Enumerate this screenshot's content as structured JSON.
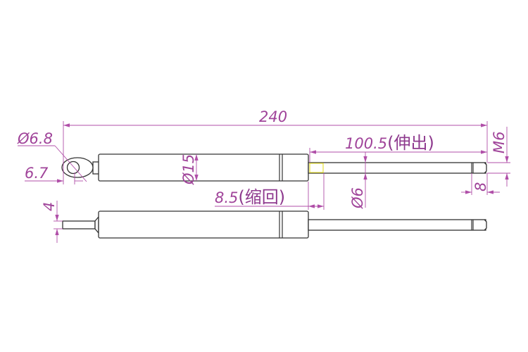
{
  "drawing": {
    "overall_length": "240",
    "eye_hole_dia": "Ø6.8",
    "eye_offset": "6.7",
    "stroke_extended": "100.5",
    "stroke_extended_note": "(伸出)",
    "stroke_retracted": "8.5",
    "stroke_retracted_note": "(缩回)",
    "body_dia": "Ø15",
    "rod_dia": "Ø6",
    "thread": "M6",
    "thread_length": "8",
    "end_rod_dia": "4"
  },
  "colors": {
    "dimension": "#b04fa8",
    "outline": "#333333",
    "highlight": "#e8e23a"
  }
}
